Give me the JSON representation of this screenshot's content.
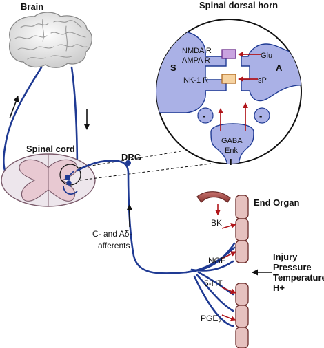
{
  "labels": {
    "brain": "Brain",
    "spinal_dorsal_horn": "Spinal dorsal horn",
    "spinal_cord": "Spinal cord",
    "drg": "DRG",
    "end_organ": "End Organ",
    "afferents_line1": "C- and Aδ-",
    "afferents_line2": "afferents",
    "stimuli": [
      "Injury",
      "Pressure",
      "Temperature",
      "H+"
    ]
  },
  "dorsal_horn": {
    "s": "S",
    "a": "A",
    "i": "I",
    "nmda_r": "NMDA R",
    "ampa_r": "AMPA R",
    "nk1_r": "NK-1 R",
    "glu": "Glu",
    "sp": "sP",
    "gaba": "GABA",
    "enk": "Enk",
    "minus_left": "-",
    "minus_right": "-"
  },
  "mediators": {
    "bk": "BK",
    "ngf": "NGF",
    "ht5": "5-HT",
    "pge2_base": "PGE",
    "pge2_sub": "2"
  },
  "colors": {
    "nerve": "#1f3a93",
    "neuron_fill": "#aab1e6",
    "arrow_red": "#b0151a",
    "cell_fill": "#e6c1bf",
    "cell_stroke": "#6a2a28",
    "vessel": "#b05450",
    "receptor_purple": "#c9a3e0",
    "receptor_orange": "#f6d3a1"
  }
}
